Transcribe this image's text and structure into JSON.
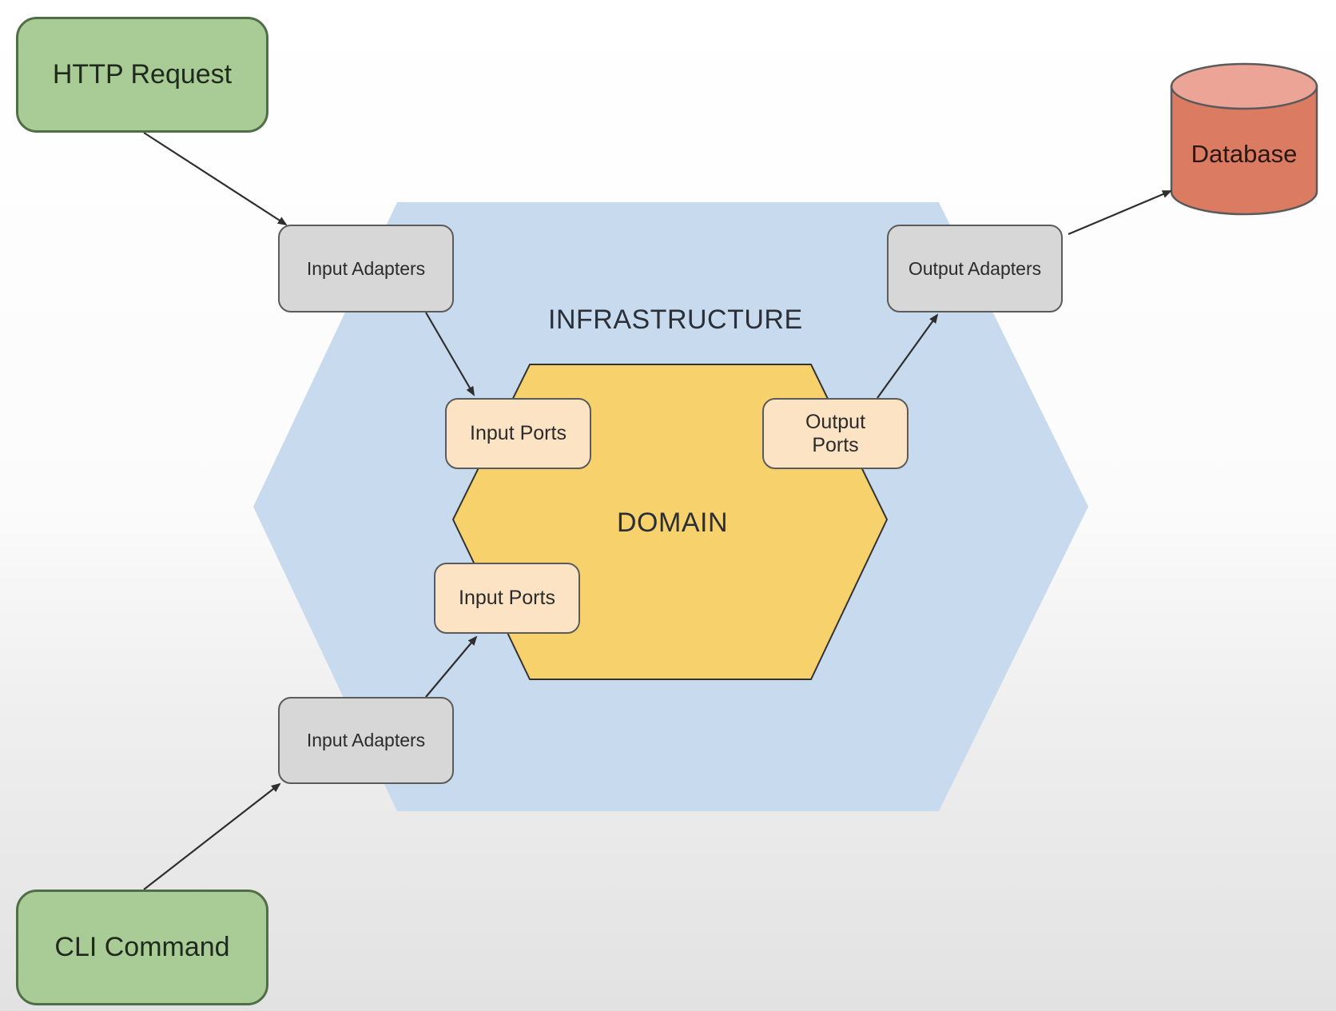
{
  "nodes": {
    "http_request": "HTTP Request",
    "cli_command": "CLI Command",
    "database": "Database",
    "input_adapters_top": "Input Adapters",
    "input_adapters_bottom": "Input Adapters",
    "output_adapters": "Output Adapters",
    "input_ports_top": "Input Ports",
    "input_ports_bottom": "Input Ports",
    "output_ports": "Output\nPorts"
  },
  "regions": {
    "infrastructure": "INFRASTRUCTURE",
    "domain": "DOMAIN"
  },
  "colors": {
    "infrastructure_fill": "#c8daee",
    "domain_fill": "#f7d16c",
    "source_fill": "#a9cc97",
    "adapter_fill": "#d7d7d7",
    "port_fill": "#fbe3c4",
    "database_fill": "#db7b62"
  },
  "edges": [
    {
      "from": "http_request",
      "to": "input_adapters_top"
    },
    {
      "from": "input_adapters_top",
      "to": "input_ports_top"
    },
    {
      "from": "cli_command",
      "to": "input_adapters_bottom"
    },
    {
      "from": "input_adapters_bottom",
      "to": "input_ports_bottom"
    },
    {
      "from": "output_ports",
      "to": "output_adapters"
    },
    {
      "from": "output_adapters",
      "to": "database"
    }
  ]
}
